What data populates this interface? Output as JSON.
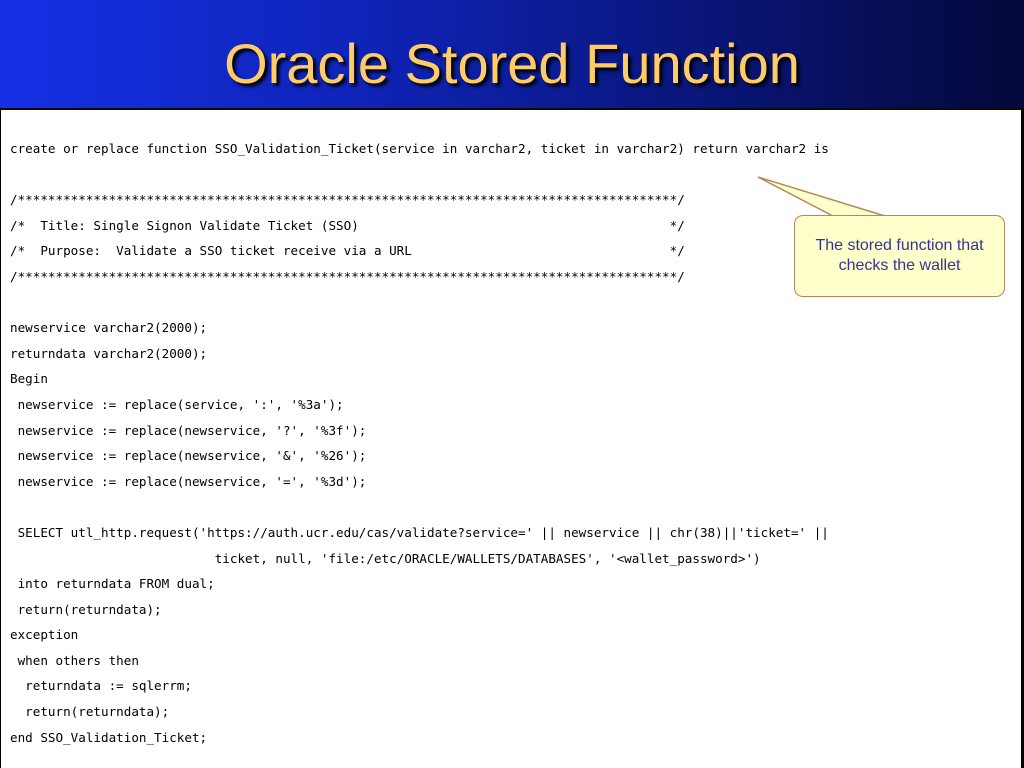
{
  "slide": {
    "title": "Oracle Stored Function",
    "callout": "The stored function that checks the wallet"
  },
  "code_lines": [
    "create or replace function SSO_Validation_Ticket(service in varchar2, ticket in varchar2) return varchar2 is",
    "",
    "/***************************************************************************************/",
    "/*  Title: Single Signon Validate Ticket (SSO)                                         */",
    "/*  Purpose:  Validate a SSO ticket receive via a URL                                  */",
    "/***************************************************************************************/",
    "",
    "newservice varchar2(2000);",
    "returndata varchar2(2000);",
    "Begin",
    " newservice := replace(service, ':', '%3a');",
    " newservice := replace(newservice, '?', '%3f');",
    " newservice := replace(newservice, '&', '%26');",
    " newservice := replace(newservice, '=', '%3d');",
    "",
    " SELECT utl_http.request('https://auth.ucr.edu/cas/validate?service=' || newservice || chr(38)||'ticket=' ||",
    "                           ticket, null, 'file:/etc/ORACLE/WALLETS/DATABASES', '<wallet_password>')",
    " into returndata FROM dual;",
    " return(returndata);",
    "exception",
    " when others then",
    "  returndata := sqlerrm;",
    "  return(returndata);",
    "end SSO_Validation_Ticket;"
  ]
}
